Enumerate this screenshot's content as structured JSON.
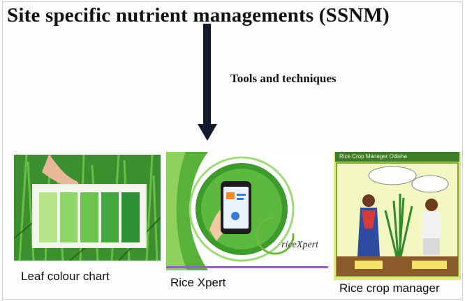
{
  "title": "Site specific nutrient managements (SSNM)",
  "subtitle": "Tools and techniques",
  "tools": {
    "leaf_colour_chart": {
      "caption": "Leaf colour chart",
      "swatch_colors": [
        "#b8e58a",
        "#8fd468",
        "#6cc34f",
        "#44a83c",
        "#2e8f34"
      ]
    },
    "rice_xpert": {
      "caption": "Rice Xpert",
      "logo_text": "riceXpert"
    },
    "rice_crop_manager": {
      "caption": "Rice crop manager",
      "titlebar_text": "Rice Crop Manager Odisha"
    }
  },
  "colors": {
    "arrow": "#141a2e",
    "leaf_green": "#3c8f2e",
    "rx_green": "#58b23a",
    "rcm_bg": "#dfe97a"
  }
}
